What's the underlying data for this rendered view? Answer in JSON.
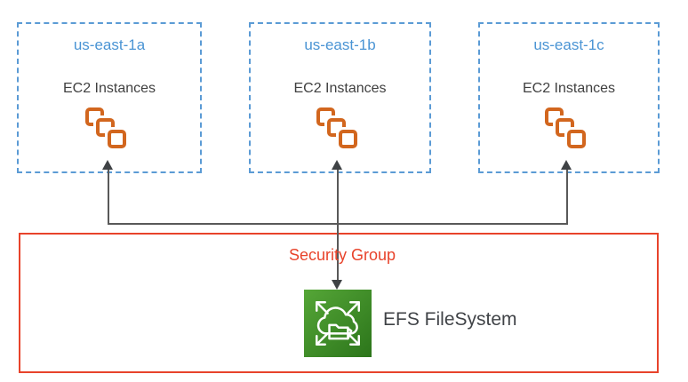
{
  "diagram": {
    "availability_zones": [
      {
        "name": "us-east-1a",
        "contents_label": "EC2 Instances"
      },
      {
        "name": "us-east-1b",
        "contents_label": "EC2 Instances"
      },
      {
        "name": "us-east-1c",
        "contents_label": "EC2 Instances"
      }
    ],
    "security_group": {
      "label": "Security Group"
    },
    "efs": {
      "label": "EFS FileSystem"
    },
    "icons": {
      "ec2": "ec2-instances-icon",
      "efs": "efs-filesystem-icon"
    },
    "colors": {
      "az_border_blue": "#5B9BD5",
      "az_name_blue": "#4A94D4",
      "ec2_orange": "#D2661E",
      "text_dark_gray": "#404040",
      "connector_gray": "#595959",
      "security_group_red": "#E8432B",
      "efs_green_light": "#55A637",
      "efs_green_dark": "#2C751B"
    }
  }
}
